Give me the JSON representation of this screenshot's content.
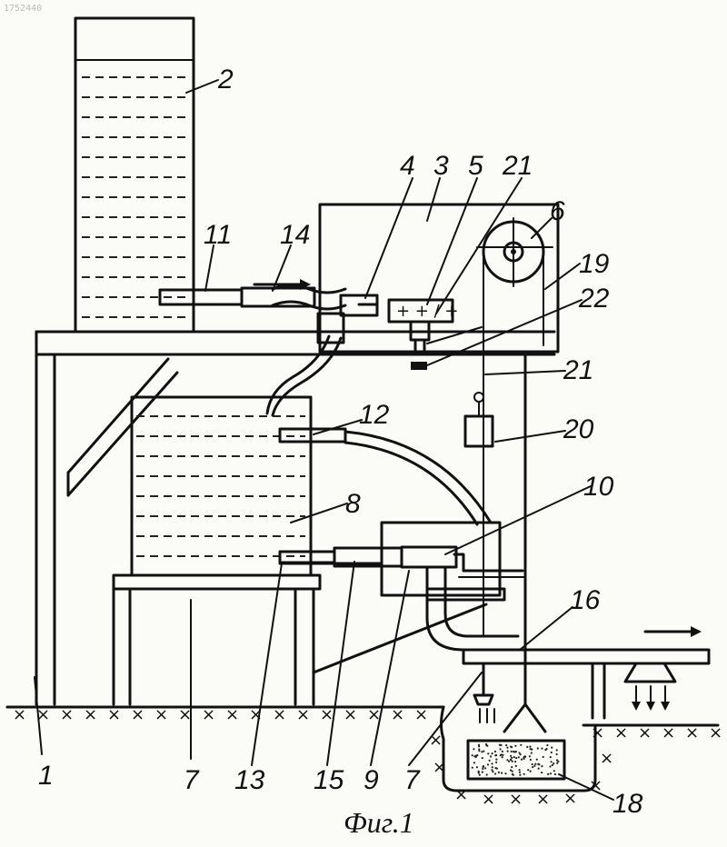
{
  "figure": {
    "caption": "Фиг.1",
    "doc_number": "1752440"
  },
  "labels": {
    "l1": "1",
    "l2": "2",
    "l3": "3",
    "l4": "4",
    "l5": "5",
    "l6": "6",
    "l7a": "7",
    "l7b": "7",
    "l8": "8",
    "l9": "9",
    "l10": "10",
    "l11": "11",
    "l12": "12",
    "l13": "13",
    "l14": "14",
    "l15": "15",
    "l16": "16",
    "l18": "18",
    "l19": "19",
    "l20": "20",
    "l21a": "21",
    "l21b": "21",
    "l22": "22"
  },
  "glyphs": {
    "ground_mark": "×",
    "relay_contacts": "+ + / +"
  },
  "colors": {
    "ink": "#111111",
    "paper": "#fbfbf8"
  }
}
